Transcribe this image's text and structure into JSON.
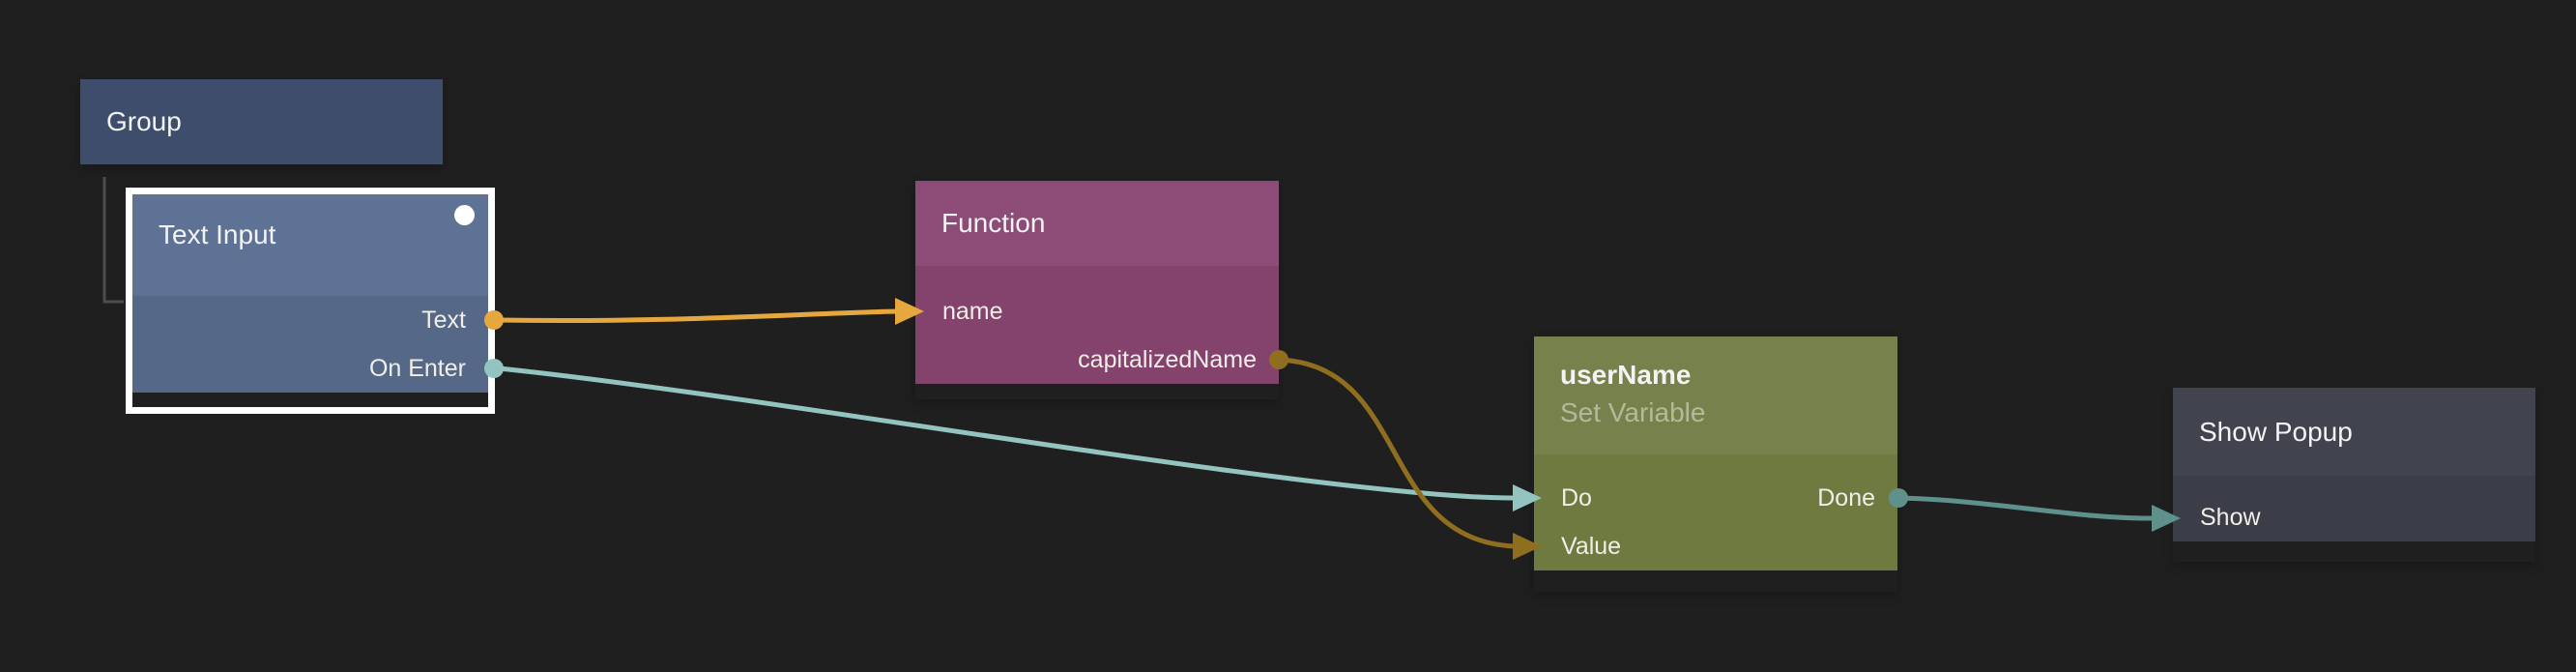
{
  "canvas": {
    "type_label": "node-graph-canvas"
  },
  "colors": {
    "background": "#1f1f1f",
    "group_node": "#3d4d6b",
    "text_input_header": "#5e7296",
    "text_input_body": "#566887",
    "function_header": "#8d4c77",
    "function_body": "#84436c",
    "variable_header": "#76814b",
    "variable_body": "#6f7a41",
    "popup_header": "#41444f",
    "popup_body": "#3b3e48",
    "selection": "#ffffff",
    "tree_line": "#4d4d4d",
    "wire_data_active": "#e6a73e",
    "wire_data": "#8f6e20",
    "wire_signal_active": "#93c4c0",
    "wire_signal": "#5e908c"
  },
  "nodes": {
    "group": {
      "title": "Group"
    },
    "text_input": {
      "title": "Text Input",
      "selected": true,
      "ports": {
        "text": "Text",
        "on_enter": "On Enter"
      }
    },
    "function": {
      "title": "Function",
      "ports": {
        "name": "name",
        "capitalized_name": "capitalizedName"
      }
    },
    "user_name": {
      "title": "userName",
      "subtitle": "Set Variable",
      "ports": {
        "do": "Do",
        "value": "Value",
        "done": "Done"
      }
    },
    "show_popup": {
      "title": "Show Popup",
      "ports": {
        "show": "Show"
      }
    }
  },
  "connections": [
    {
      "from": "Text Input.Text",
      "to": "Function.name",
      "type": "data",
      "color": "#e6a73e"
    },
    {
      "from": "Text Input.On Enter",
      "to": "userName.Do",
      "type": "signal",
      "color": "#93c4c0"
    },
    {
      "from": "Function.capitalizedName",
      "to": "userName.Value",
      "type": "data",
      "color": "#8f6e20"
    },
    {
      "from": "userName.Done",
      "to": "Show Popup.Show",
      "type": "signal",
      "color": "#5e908c"
    }
  ]
}
